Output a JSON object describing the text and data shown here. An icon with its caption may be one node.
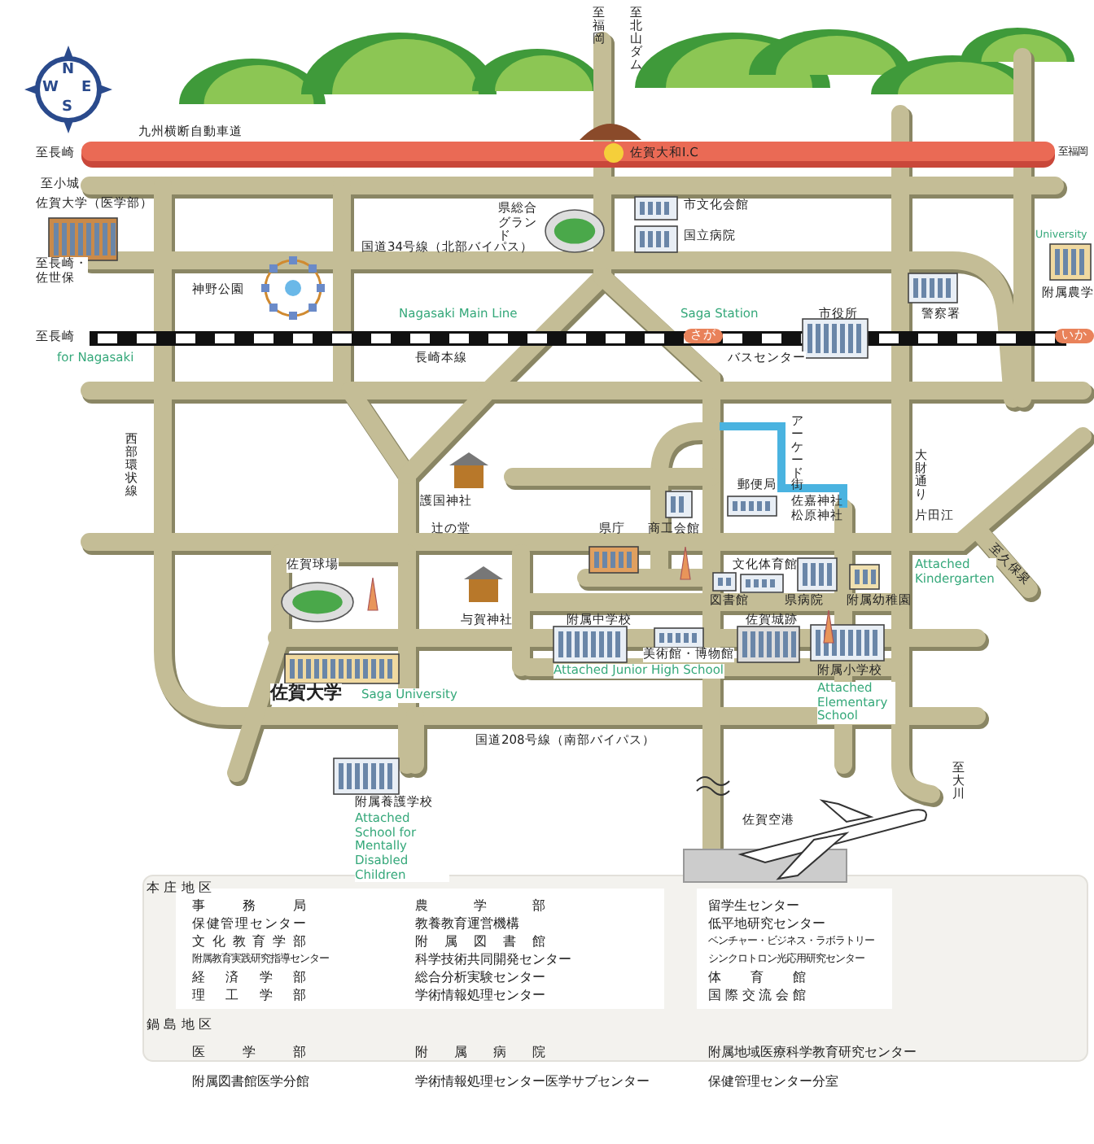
{
  "diagram": {
    "labels": [
      "至福岡",
      "至北山ダム",
      "N",
      "W",
      "E",
      "S",
      "九州横断自動車道",
      "至長崎",
      "佐賀大和I.C",
      "至福岡",
      "至小城",
      "佐賀大学（医学部）",
      "県総合グランド",
      "市文化会館",
      "国立病院",
      "University",
      "国道34号線（北部バイパス）",
      "至長崎・佐世保",
      "神野公園",
      "附属農学",
      "Nagasaki Main Line",
      "Saga Station",
      "市役所",
      "警察署",
      "至長崎",
      "さが",
      "いか",
      "for Nagasaki",
      "長崎本線",
      "バスセンター",
      "西部環状線",
      "アーケード街",
      "大財通り",
      "郵便局",
      "護国神社",
      "佐嘉神社",
      "松原神社",
      "片田江",
      "辻の堂",
      "県庁",
      "商工会館",
      "佐賀球場",
      "文化体育館",
      "Attached Kindergarten",
      "至久保泉",
      "図書館",
      "県病院",
      "附属幼稚園",
      "与賀神社",
      "附属中学校",
      "佐賀城跡",
      "美術館・博物館",
      "Attached Junior High School",
      "附属小学校",
      "佐賀大学",
      "Saga University",
      "Attached Elementary School",
      "国道208号線（南部バイパス）",
      "至大川",
      "附属養護学校",
      "Attached School for Mentally Disabled Children",
      "佐賀空港",
      "本庄地区",
      "事務局",
      "農学部",
      "留学生センター",
      "保健管理センター",
      "教養教育運営機構",
      "低平地研究センター",
      "文化教育学部",
      "附属図書館",
      "ベンチャー・ビジネス・ラボラトリー",
      "附属教育実践研究指導センター",
      "科学技術共同開発センター",
      "シンクロトロン光応用研究センター",
      "経済学部",
      "総合分析実験センター",
      "体育館",
      "理工学部",
      "学術情報処理センター",
      "国際交流会館",
      "鍋島地区",
      "医学部",
      "附属病院",
      "附属地域医療科学教育研究センター",
      "附属図書館医学分館",
      "学術情報処理センター医学サブセンター",
      "保健管理センター分室"
    ]
  }
}
